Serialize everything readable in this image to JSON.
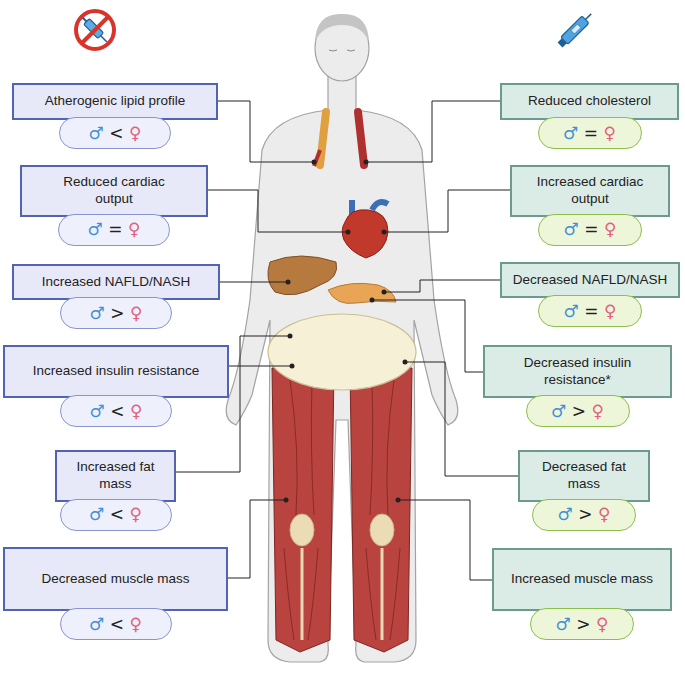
{
  "diagram": {
    "nodes": [
      {
        "text": [
          "Atherogenic lipid profile"
        ]
      },
      {
        "text": [
          "♂ < ♀"
        ]
      },
      {
        "text": [
          "Reduced cholesterol"
        ]
      },
      {
        "text": [
          "♂ = ♀"
        ]
      },
      {
        "text": [
          "Reduced cardiac output"
        ]
      },
      {
        "text": [
          "♂ = ♀"
        ]
      },
      {
        "text": [
          "Increased cardiac output"
        ]
      },
      {
        "text": [
          "♂ = ♀"
        ]
      },
      {
        "text": [
          "Increased NAFLD/NASH"
        ]
      },
      {
        "text": [
          "♂ > ♀"
        ]
      },
      {
        "text": [
          "Decreased NAFLD/NASH"
        ]
      },
      {
        "text": [
          "♂ = ♀"
        ]
      },
      {
        "text": [
          "Increased insulin resistance"
        ]
      },
      {
        "text": [
          "♂ < ♀"
        ]
      },
      {
        "text": [
          "Decreased insulin resistance*"
        ]
      },
      {
        "text": [
          "♂ > ♀"
        ]
      },
      {
        "text": [
          "Increased fat mass"
        ]
      },
      {
        "text": [
          "♂ < ♀"
        ]
      },
      {
        "text": [
          "Decreased fat mass"
        ]
      },
      {
        "text": [
          "♂ > ♀"
        ]
      },
      {
        "text": [
          "Decreased muscle mass"
        ]
      },
      {
        "text": [
          "♂ < ♀"
        ]
      },
      {
        "text": [
          "Increased muscle mass"
        ]
      },
      {
        "text": [
          "♂ > ♀"
        ]
      }
    ]
  }
}
